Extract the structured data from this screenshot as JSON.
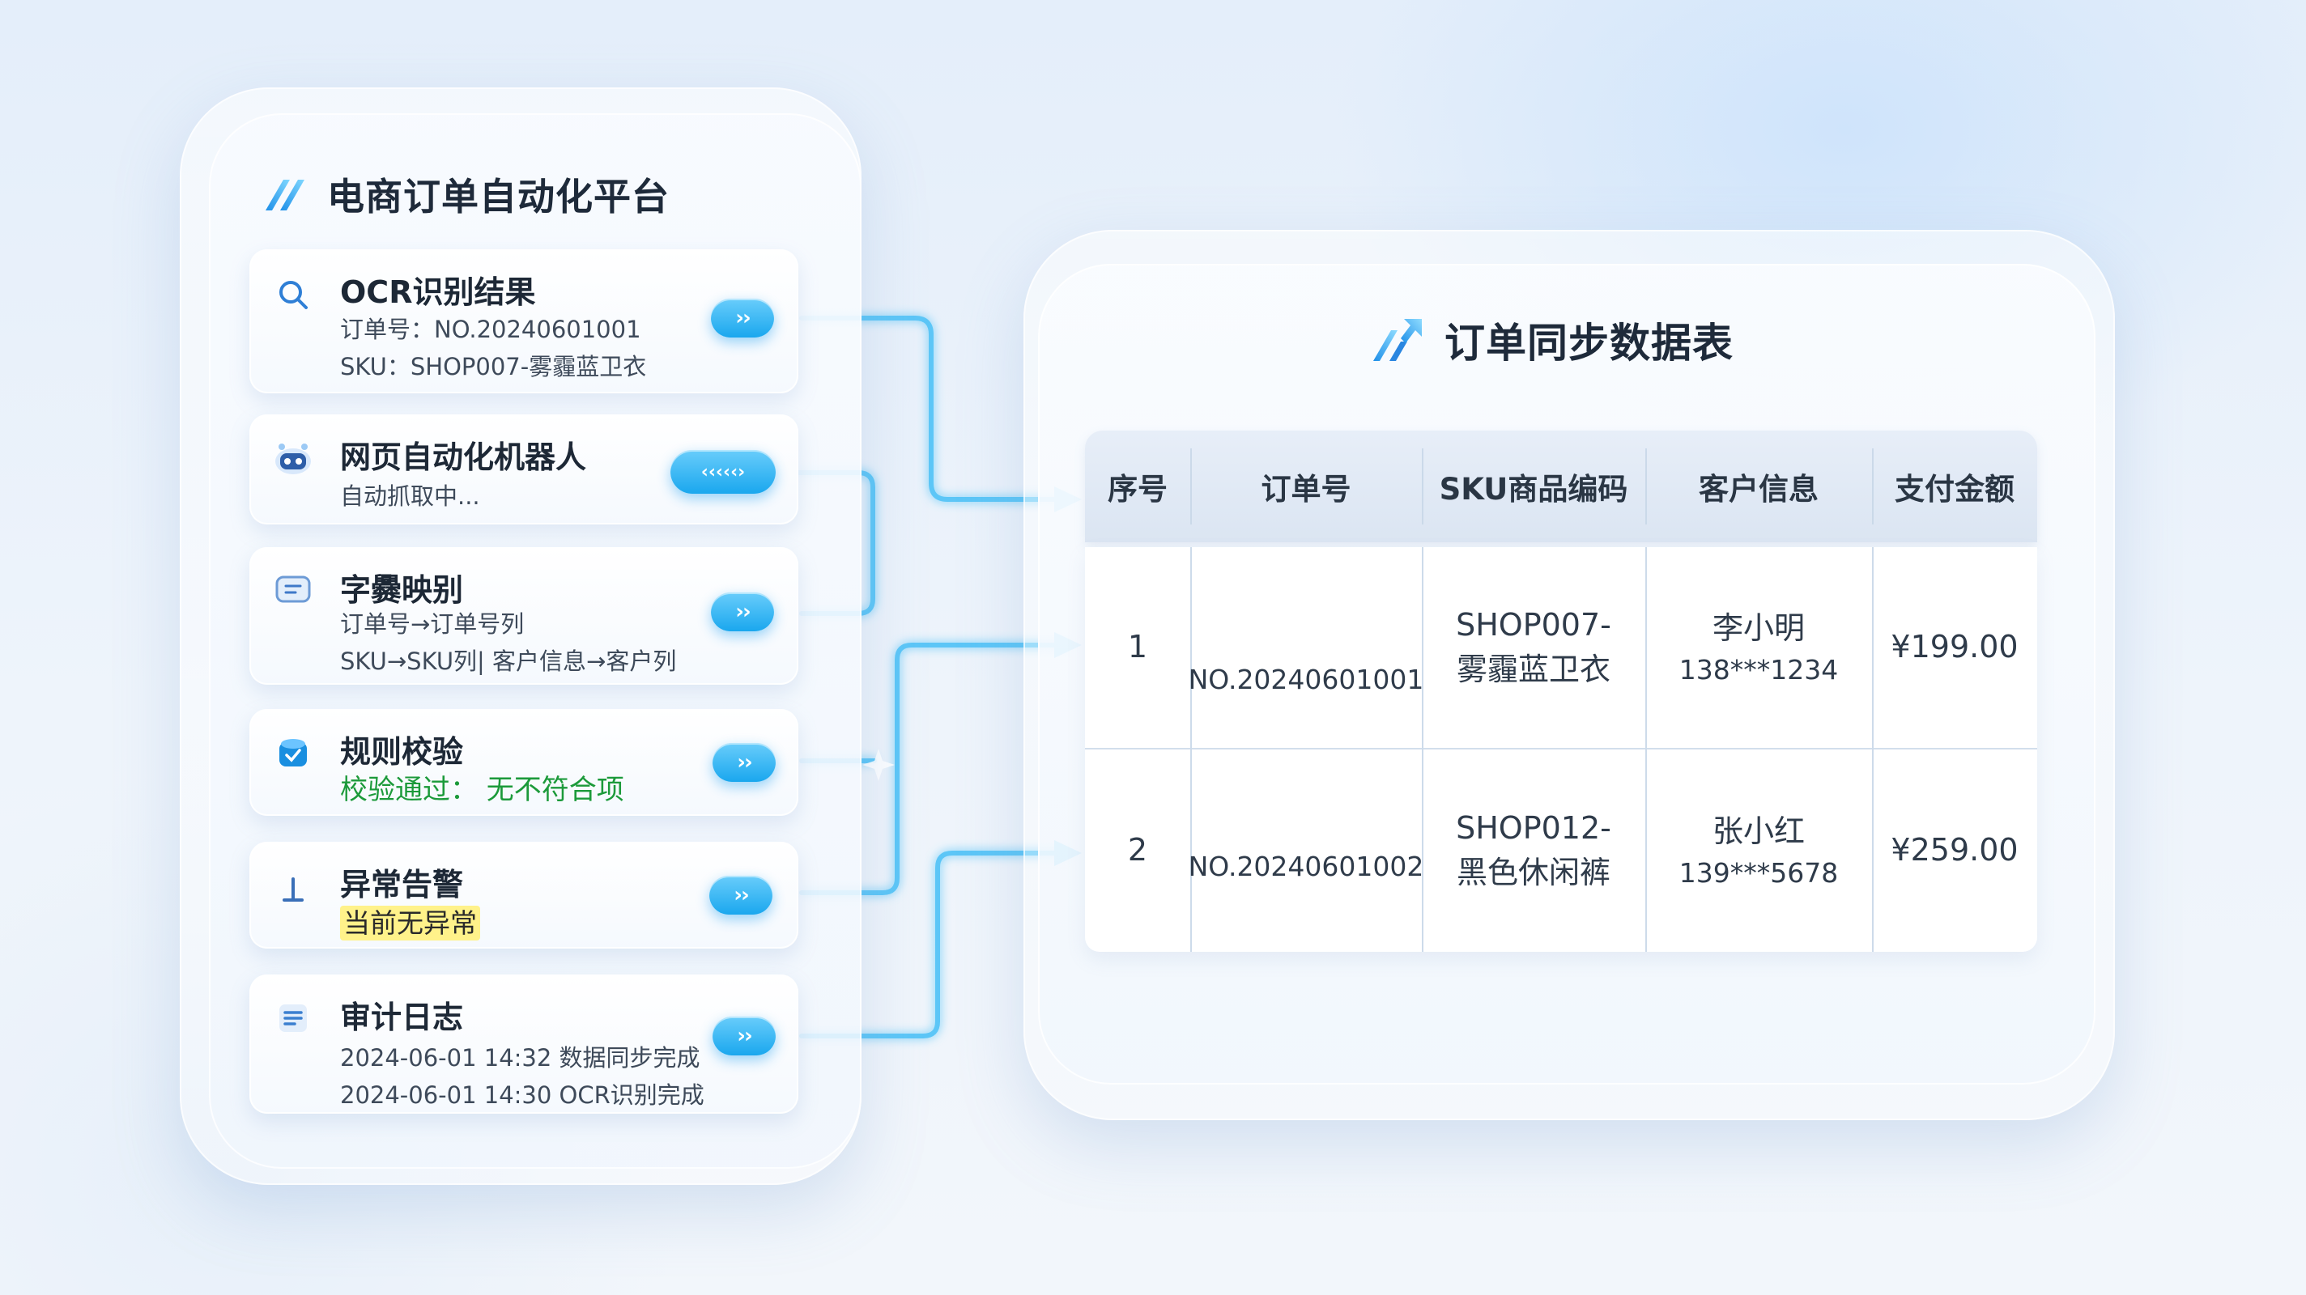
{
  "platform": {
    "title": "电商订单自动化平台",
    "logo_icon": "double-slash-logo-icon"
  },
  "cards": [
    {
      "title": "OCR识别结果",
      "lines": [
        "订单号：NO.20240601001",
        "SKU：SHOP007-雾霾蓝卫衣"
      ],
      "icon": "search-icon",
      "button": "››"
    },
    {
      "title": "网页自动化机器人",
      "lines": [
        "自动抓取中..."
      ],
      "icon": "robot-icon",
      "button": "‹‹‹‹‹›"
    },
    {
      "title": "字爨映别",
      "lines": [
        "订单号→订单号列",
        "SKU→SKU列| 客户信息→客户列"
      ],
      "icon": "mapping-icon",
      "button": "››"
    },
    {
      "title": "规则校验",
      "lines": [
        "校验通过：  无不符合项"
      ],
      "icon": "check-cup-icon",
      "button": "››"
    },
    {
      "title": "异常告警",
      "lines": [
        "当前无异常"
      ],
      "icon": "alert-pin-icon",
      "button": "››"
    },
    {
      "title": "审计日志",
      "lines": [
        "2024-06-01 14:32  数据同步完成",
        "2024-06-01 14:30  OCR识别完成"
      ],
      "icon": "document-icon",
      "button": "››"
    }
  ],
  "table": {
    "title": "订单同步数据表",
    "headers": [
      "序号",
      "订单号",
      "SKU商品编码",
      "客户信息",
      "支付金额"
    ],
    "rows": [
      {
        "index": "1",
        "order": "NO.20240601001",
        "sku": [
          "SHOP007-",
          "雾霾蓝卫衣"
        ],
        "customer": [
          "李小明",
          "138***1234"
        ],
        "amount": "¥199.00"
      },
      {
        "index": "2",
        "order": "NO.20240601002",
        "sku": [
          "SHOP012-",
          "黑色休闲裤"
        ],
        "customer": [
          "张小红",
          "139***5678"
        ],
        "amount": "¥259.00"
      }
    ]
  },
  "colors": {
    "accent": "#1aa7ee",
    "connector": "#5cc6f7",
    "success": "#1c9a3a",
    "warning_bg": "#fff28a"
  }
}
